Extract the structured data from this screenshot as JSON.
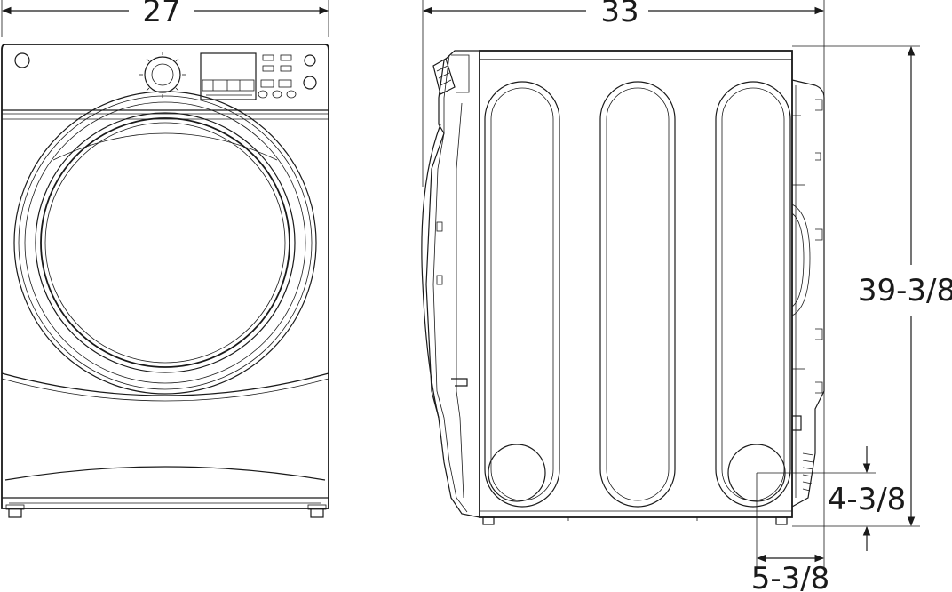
{
  "dimensions": {
    "width": "27",
    "depth": "33",
    "height": "39-3/8",
    "vent_height": "4-3/8",
    "vent_offset": "5-3/8"
  }
}
